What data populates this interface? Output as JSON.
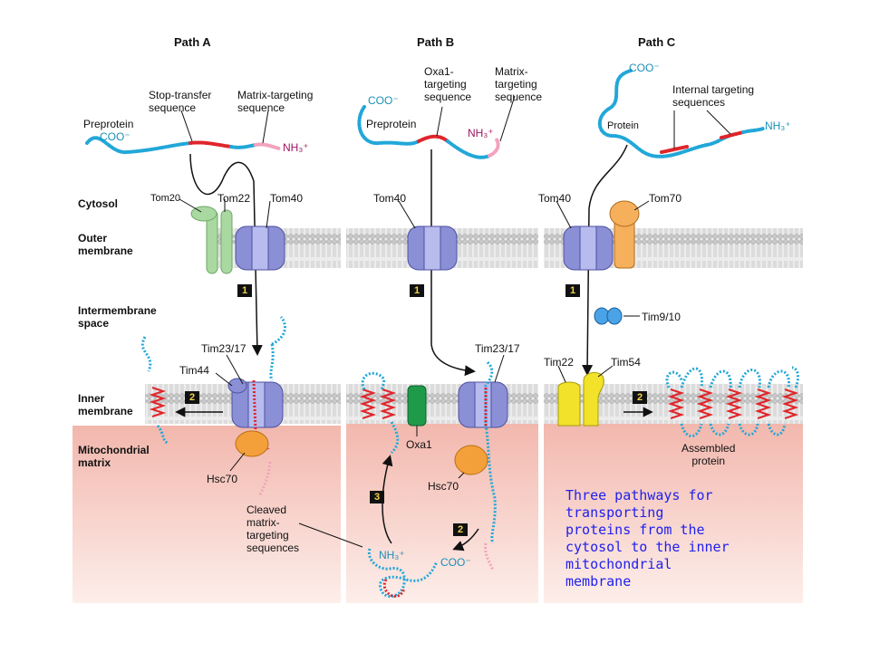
{
  "paths": {
    "a": "Path A",
    "b": "Path B",
    "c": "Path C"
  },
  "regions": {
    "cytosol": "Cytosol",
    "outer_membrane": "Outer\nmembrane",
    "intermembrane_space": "Intermembrane\nspace",
    "inner_membrane": "Inner\nmembrane",
    "matrix": "Mitochondrial\nmatrix"
  },
  "path_a": {
    "preprotein": "Preprotein",
    "coo": "COO⁻",
    "stop_transfer": "Stop-transfer\nsequence",
    "matrix_targeting": "Matrix-targeting\nsequence",
    "nh3": "NH₃⁺",
    "tom20": "Tom20",
    "tom22": "Tom22",
    "tom40": "Tom40",
    "tim23_17": "Tim23/17",
    "tim44": "Tim44",
    "hsc70": "Hsc70",
    "cleaved": "Cleaved\nmatrix-\ntargeting sequences",
    "step1": "1",
    "step2": "2"
  },
  "path_b": {
    "coo": "COO⁻",
    "preprotein": "Preprotein",
    "oxa1_targeting": "Oxa1-\ntargeting\nsequence",
    "matrix_targeting": "Matrix-\ntargeting\nsequence",
    "nh3": "NH₃⁺",
    "tom40": "Tom40",
    "tim23_17": "Tim23/17",
    "oxa1": "Oxa1",
    "hsc70": "Hsc70",
    "nh3_bottom": "NH₃⁺",
    "coo_bottom": "COO⁻",
    "step1": "1",
    "step2": "2",
    "step3": "3"
  },
  "path_c": {
    "coo": "COO⁻",
    "protein": "Protein",
    "internal_targeting": "Internal targeting\nsequences",
    "nh3": "NH₃⁺",
    "tom40": "Tom40",
    "tom70": "Tom70",
    "tim9_10": "Tim9/10",
    "tim22": "Tim22",
    "tim54": "Tim54",
    "assembled": "Assembled\nprotein",
    "step1": "1",
    "step2": "2"
  },
  "caption": "Three pathways for\ntransporting\nproteins from the\ncytosol to the inner\nmitochondrial\nmembrane",
  "colors": {
    "chain": "#22a7d8",
    "signal": "#e0252b",
    "matrix_seq": "#f3a3bd",
    "tom_channel": "#8a8fd6",
    "tom20": "#a9d8a0",
    "tom70": "#f6b05c",
    "oxa1": "#1f9a49",
    "tim22": "#f3e22a",
    "hsc70": "#f4a03a",
    "matrix_bg": "#f4c8c0",
    "membrane": "#d8d8d8"
  }
}
